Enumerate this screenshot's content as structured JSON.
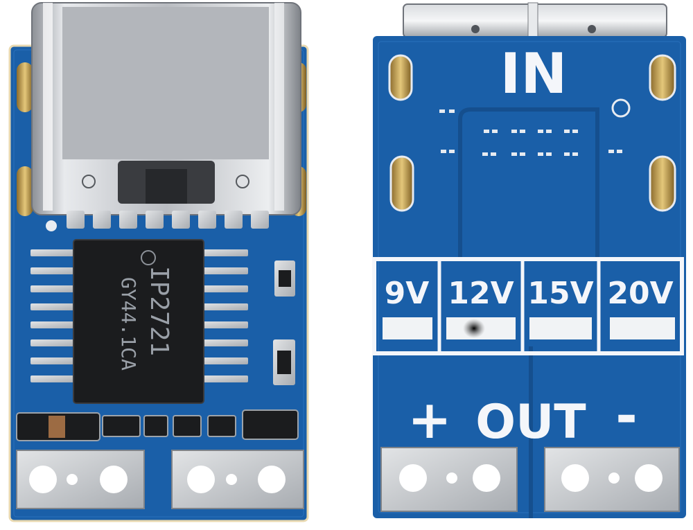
{
  "front": {
    "chip_marking_line1": "IP2721",
    "chip_marking_line2": "GY44.1CA"
  },
  "back": {
    "input_label": "IN",
    "voltage_options": [
      "9V",
      "12V",
      "15V",
      "20V"
    ],
    "selected_voltage": "12V",
    "output_label": "OUT",
    "plus_sign": "+",
    "minus_sign": "-"
  },
  "colors": {
    "pcb_blue": "#1a5fa8",
    "silkscreen": "#f4f6fa",
    "pad_silver": "#c9ccd0",
    "chip_black": "#1b1c1e"
  }
}
